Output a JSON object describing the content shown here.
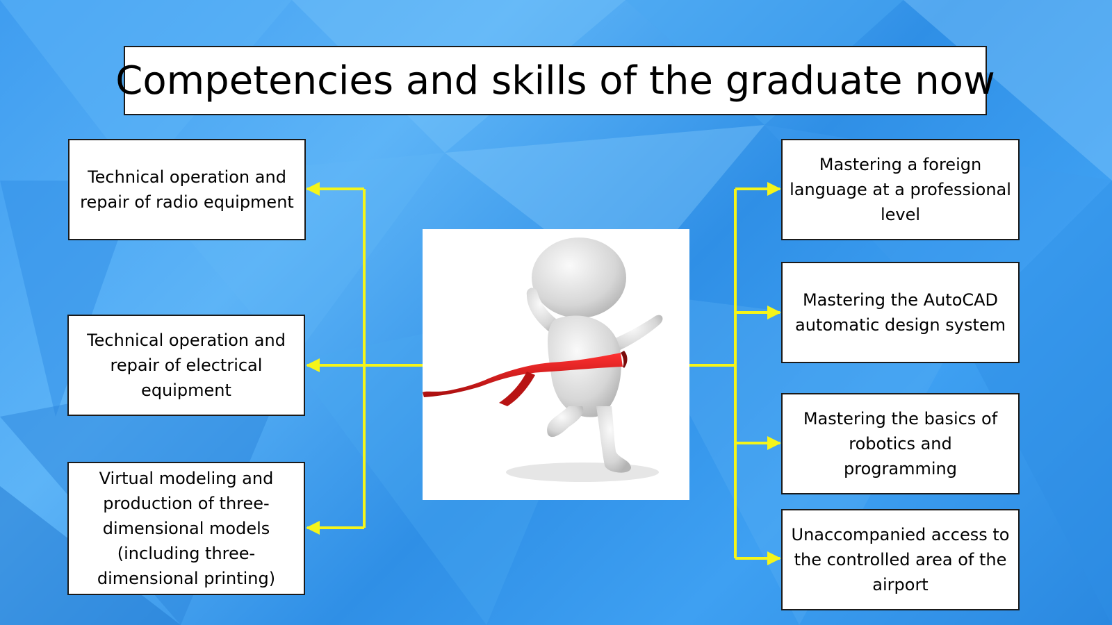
{
  "title": "Competencies and skills of the graduate now",
  "left_items": [
    {
      "label": "Technical operation and repair of radio equipment"
    },
    {
      "label": "Technical operation and repair of electrical equipment"
    },
    {
      "label": "Virtual modeling and production of three-dimensional models (including three-dimensional printing)"
    }
  ],
  "right_items": [
    {
      "label": "Mastering a foreign language at a professional level"
    },
    {
      "label": "Mastering the AutoCAD automatic design system"
    },
    {
      "label": "Mastering the basics of robotics and programming"
    },
    {
      "label": "Unaccompanied access to the controlled area of the airport"
    }
  ],
  "colors": {
    "connector": "#f5f51a",
    "ribbon": "#d81818",
    "background": "#3f9df0"
  },
  "center_image": {
    "icon": "figure-crossing-finish-line-icon"
  }
}
